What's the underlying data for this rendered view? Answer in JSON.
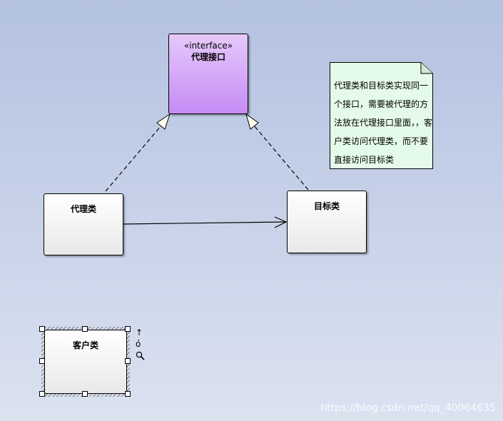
{
  "diagram": {
    "interface": {
      "stereotype": "«interface»",
      "name": "代理接口"
    },
    "classes": {
      "proxy": "代理类",
      "target": "目标类",
      "client": "客户类"
    },
    "note": "代理类和目标类实现同一个接口，需要被代理的方法放在代理接口里面，，客户类访问代理类，而不要直接访问目标类",
    "relations": [
      {
        "from": "代理类",
        "to": "代理接口",
        "type": "realization"
      },
      {
        "from": "目标类",
        "to": "代理接口",
        "type": "realization"
      },
      {
        "from": "代理类",
        "to": "目标类",
        "type": "association"
      }
    ]
  },
  "selection_toolbar": {
    "icons": [
      "arrow-up-icon",
      "link-icon",
      "search-icon"
    ],
    "glyphs": [
      "↑",
      "ó",
      "🔍"
    ]
  },
  "watermark": "https://blog.csdn.net/qq_40064635"
}
